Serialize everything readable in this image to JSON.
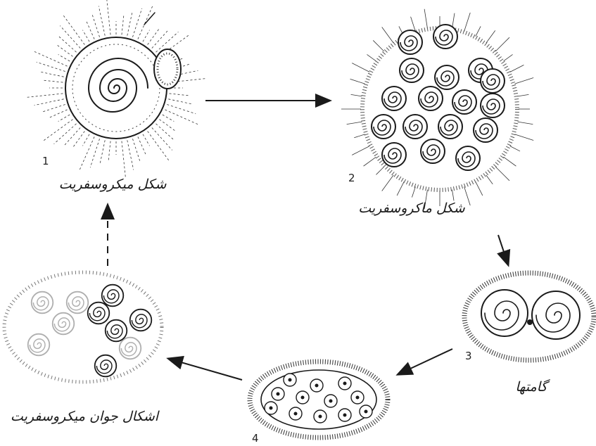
{
  "stages": [
    {
      "id": "stage-1",
      "number": "1",
      "caption": "شکل میکروسفریت"
    },
    {
      "id": "stage-2",
      "number": "2",
      "caption": "شکل ماکروسفریت"
    },
    {
      "id": "stage-3",
      "number": "3",
      "caption": "گامتها"
    },
    {
      "id": "stage-4",
      "number": "4",
      "caption": ""
    },
    {
      "id": "stage-5",
      "number": "",
      "caption": "اشکال جوان میکروسفریت"
    }
  ]
}
